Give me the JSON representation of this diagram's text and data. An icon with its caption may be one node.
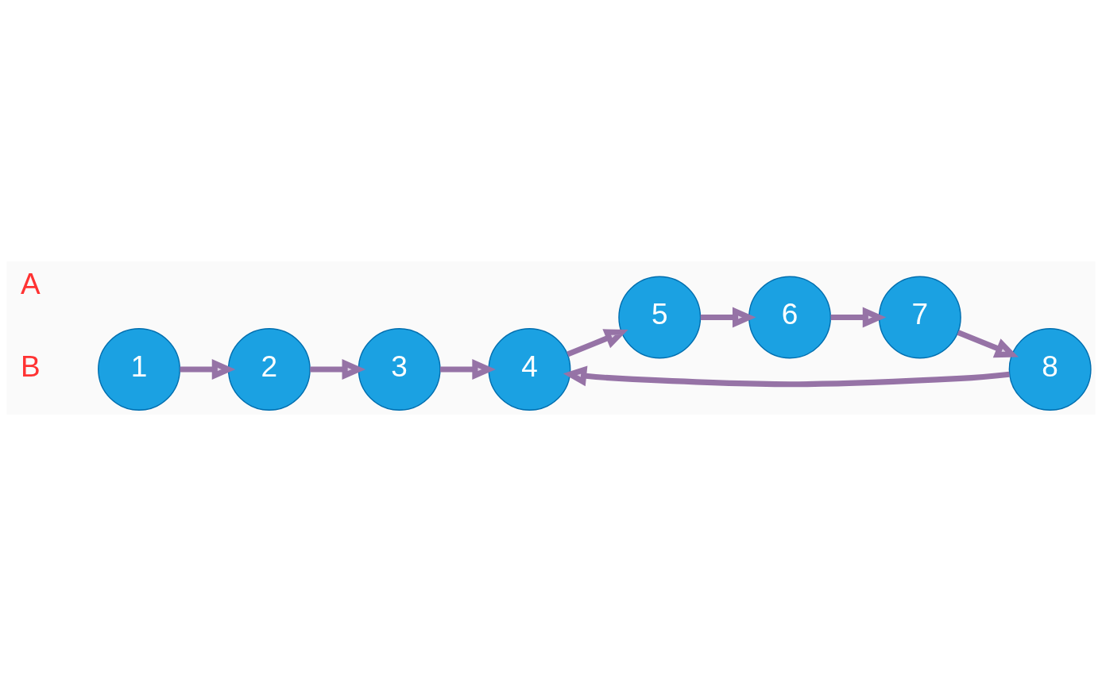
{
  "diagram": {
    "nodes": [
      {
        "text": [
          "1"
        ]
      },
      {
        "text": [
          "2"
        ]
      },
      {
        "text": [
          "3"
        ]
      },
      {
        "text": [
          "4"
        ]
      },
      {
        "text": [
          "5"
        ]
      },
      {
        "text": [
          "6"
        ]
      },
      {
        "text": [
          "7"
        ]
      },
      {
        "text": [
          "8"
        ]
      }
    ],
    "edges": [
      {
        "from": 0,
        "to": 1,
        "arrow": "to"
      },
      {
        "from": 1,
        "to": 2,
        "arrow": "to"
      },
      {
        "from": 2,
        "to": 3,
        "arrow": "to"
      },
      {
        "from": 3,
        "to": 4,
        "arrow": "to"
      },
      {
        "from": 4,
        "to": 5,
        "arrow": "to"
      },
      {
        "from": 5,
        "to": 6,
        "arrow": "to"
      },
      {
        "from": 6,
        "to": 7,
        "arrow": "to"
      },
      {
        "from": 7,
        "to": 3,
        "arrow": "to"
      }
    ],
    "labels": [
      "A",
      "B"
    ]
  }
}
